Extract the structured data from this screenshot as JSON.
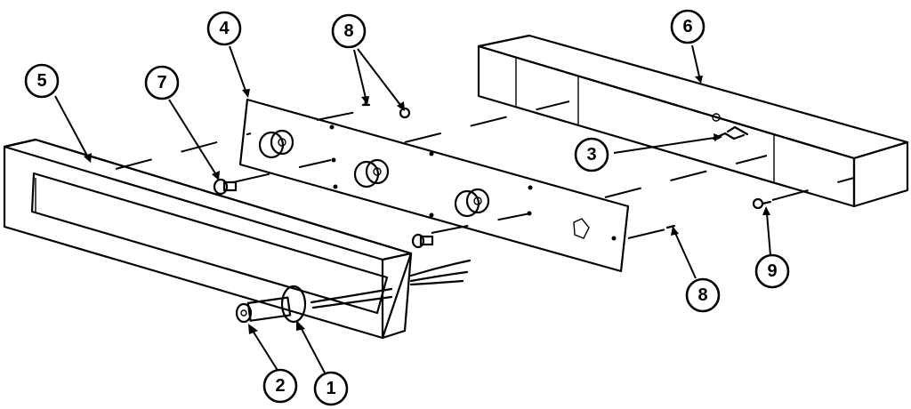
{
  "callouts": [
    {
      "id": "c1",
      "label": "1"
    },
    {
      "id": "c2",
      "label": "2"
    },
    {
      "id": "c3",
      "label": "3"
    },
    {
      "id": "c4",
      "label": "4"
    },
    {
      "id": "c5",
      "label": "5"
    },
    {
      "id": "c6",
      "label": "6"
    },
    {
      "id": "c7",
      "label": "7"
    },
    {
      "id": "c8a",
      "label": "8"
    },
    {
      "id": "c8b",
      "label": "8"
    },
    {
      "id": "c9",
      "label": "9"
    }
  ]
}
